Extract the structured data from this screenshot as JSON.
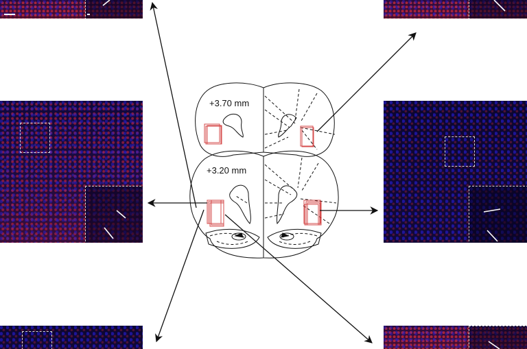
{
  "figure": {
    "type": "neuroanatomy-diagram-with-micrographs",
    "sections": [
      {
        "label": "+3.70 mm"
      },
      {
        "label": "+3.20 mm"
      }
    ],
    "roi_color": "#d03030",
    "arrow_color": "#111111",
    "stain_colors": {
      "nuclei": "#2a22d8",
      "marker": "#e03040"
    }
  },
  "panels": [
    {
      "id": "top-left",
      "position": "top-left"
    },
    {
      "id": "top-right",
      "position": "top-right"
    },
    {
      "id": "mid-left",
      "position": "middle-left"
    },
    {
      "id": "mid-right",
      "position": "middle-right"
    },
    {
      "id": "bottom-left",
      "position": "bottom-left"
    },
    {
      "id": "bottom-right",
      "position": "bottom-right"
    }
  ]
}
